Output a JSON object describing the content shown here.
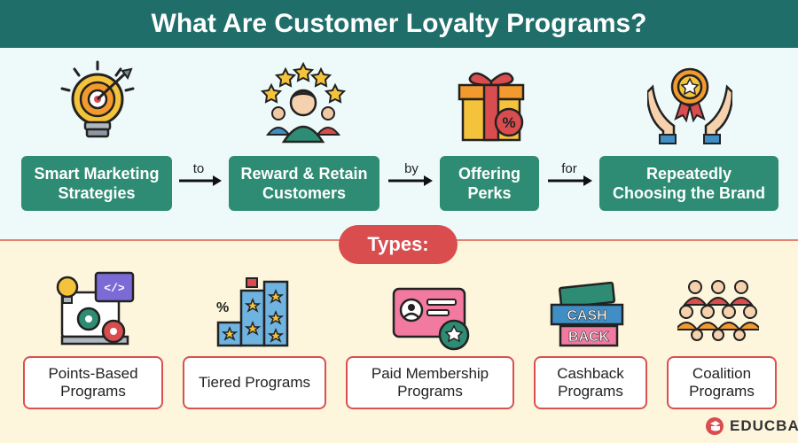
{
  "title": "What Are Customer Loyalty Programs?",
  "flow": {
    "steps": [
      {
        "label_line1": "Smart Marketing",
        "label_line2": "Strategies"
      },
      {
        "label_line1": "Reward & Retain",
        "label_line2": "Customers"
      },
      {
        "label_line1": "Offering",
        "label_line2": "Perks"
      },
      {
        "label_line1": "Repeatedly",
        "label_line2": "Choosing the Brand"
      }
    ],
    "connectors": [
      "to",
      "by",
      "for"
    ]
  },
  "types": {
    "heading": "Types:",
    "items": [
      {
        "label_line1": "Points-Based",
        "label_line2": "Programs"
      },
      {
        "label_line1": "Tiered Programs",
        "label_line2": ""
      },
      {
        "label_line1": "Paid Membership",
        "label_line2": "Programs"
      },
      {
        "label_line1": "Cashback",
        "label_line2": "Programs"
      },
      {
        "label_line1": "Coalition",
        "label_line2": "Programs"
      }
    ]
  },
  "cashback_icon": {
    "line1": "CASH",
    "line2": "BACK"
  },
  "code_icon_text": "</>",
  "percent_sign": "%",
  "brand": "EDUCBA",
  "colors": {
    "header": "#1f6e6a",
    "step_box": "#2f8c74",
    "accent_red": "#d94d4f",
    "top_bg": "#eefaf9",
    "bottom_bg": "#fdf6dd"
  }
}
